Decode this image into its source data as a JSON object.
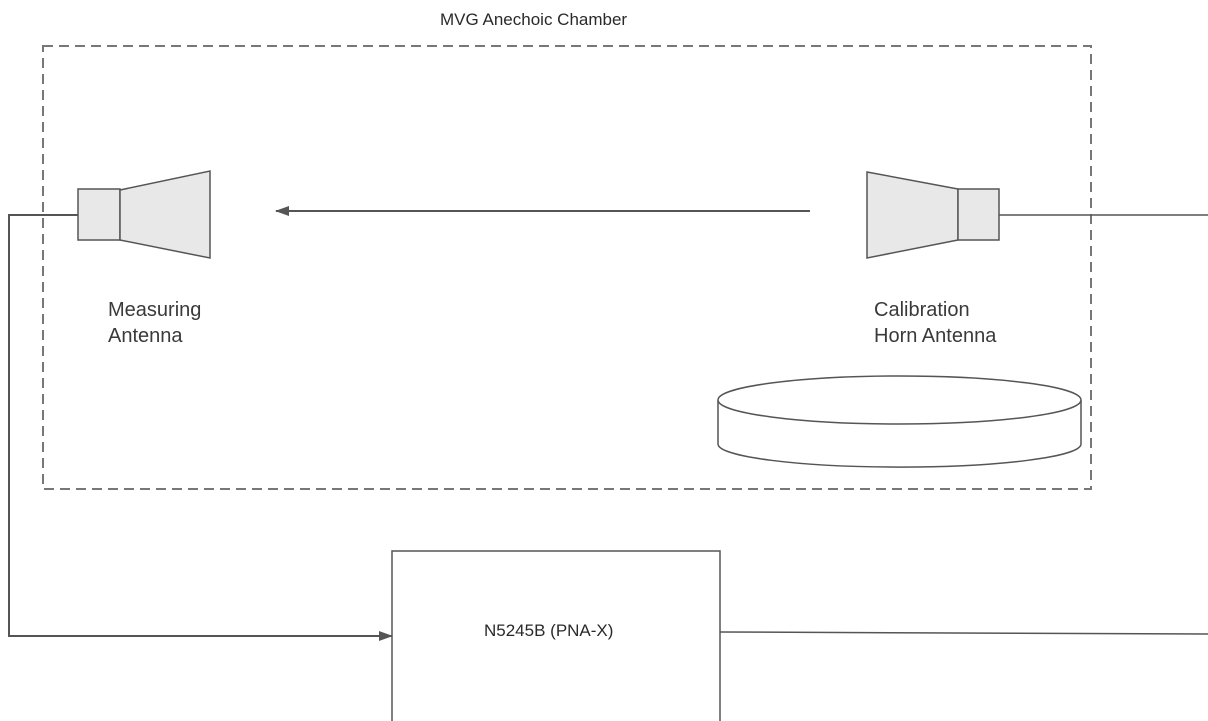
{
  "chamber": {
    "title": "MVG Anechoic Chamber"
  },
  "measuring_antenna": {
    "line1": "Measuring",
    "line2": "Antenna"
  },
  "calibration_antenna": {
    "line1": "Calibration",
    "line2": "Horn Antenna"
  },
  "instrument": {
    "label": "N5245B (PNA-X)"
  },
  "colors": {
    "line": "#555555",
    "dashed_border": "#777777",
    "antenna_fill": "#e8e8e8",
    "antenna_stroke": "#555555"
  }
}
